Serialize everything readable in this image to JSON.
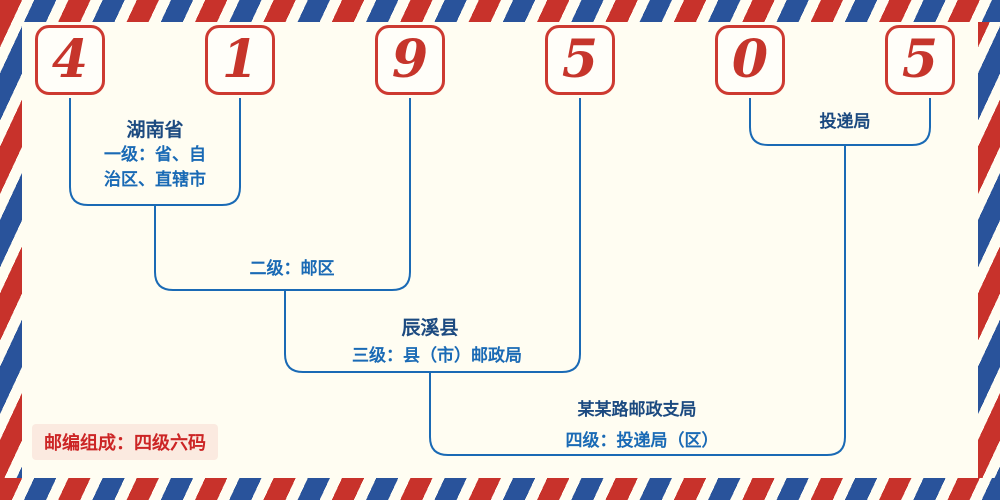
{
  "postal": {
    "digits": [
      "4",
      "1",
      "9",
      "5",
      "0",
      "5"
    ]
  },
  "annotations": {
    "province_name": "湖南省",
    "level1_label": "一级：省、自治区、直辖市",
    "level2_label": "二级：邮区",
    "county_name": "辰溪县",
    "level3_label": "三级：县（市）邮政局",
    "delivery_office_label": "投递局",
    "branch_office_name": "某某路邮政支局",
    "level4_label": "四级：投递局（区）",
    "composition_note": "邮编组成：四级六码"
  },
  "colors": {
    "digit_red": "#c6352b",
    "box_border_red": "#cd3a31",
    "connector_blue": "#1a6ab5",
    "place_name_navy": "#1c4a80",
    "level_label_blue": "#1a6ab5",
    "note_red": "#cc2525",
    "stripe_red": "#c8322b",
    "stripe_blue": "#29539b",
    "background_cream": "#fffdf2"
  }
}
